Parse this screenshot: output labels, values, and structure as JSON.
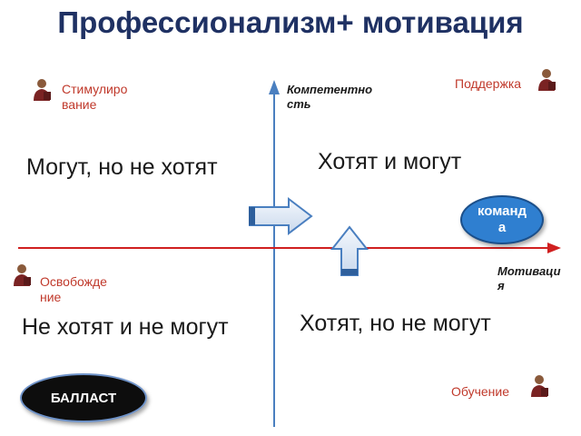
{
  "title": "Профессионализм+ мотивация",
  "axes": {
    "vertical_label": "Компетентность",
    "horizontal_label": "Мотивация"
  },
  "corners": {
    "top_left": "Стимулирование",
    "top_right": "Поддержка",
    "bottom_left": "Освобождение",
    "bottom_right": "Обучение"
  },
  "quadrants": {
    "top_left": "Могут, но не хотят",
    "top_right": "Хотят и могут",
    "bottom_left": "Не хотят и не могут",
    "bottom_right": "Хотят, но не могут"
  },
  "badges": {
    "team": "команда",
    "ballast": "БАЛЛАСТ"
  },
  "colors": {
    "title": "#1f3163",
    "corner_text": "#c0392b",
    "vertical_axis": "#4a7fc0",
    "horizontal_axis": "#d02020",
    "team_badge": "#2f7fd0",
    "ballast_badge": "#0d0d0d",
    "arrow_fill": "#dfe9f5"
  },
  "icons": [
    "person-icon"
  ]
}
